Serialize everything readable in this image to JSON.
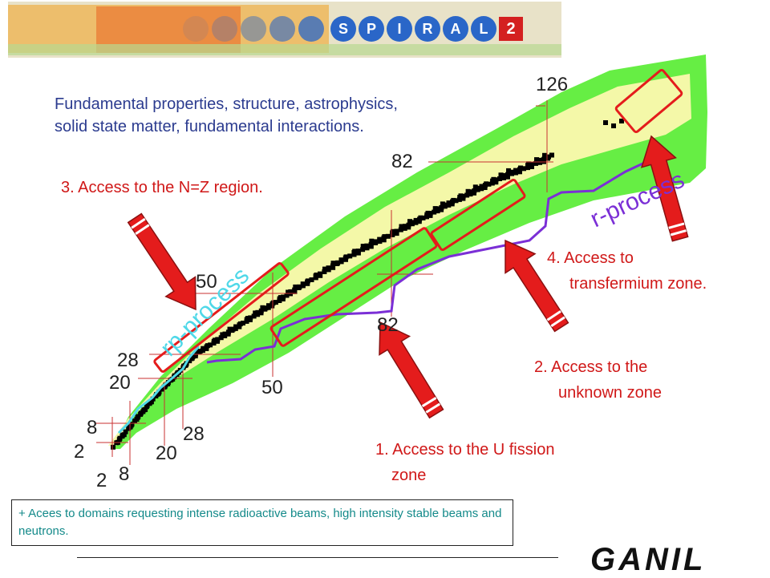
{
  "header": {
    "spiral_letters": [
      "S",
      "P",
      "I",
      "R",
      "A",
      "L"
    ],
    "spiral_number": "2"
  },
  "intro": {
    "line1": "Fundamental properties, structure, astrophysics,",
    "line2": "solid state matter, fundamental interactions."
  },
  "labels": {
    "nz": "3. Access to the N=Z region.",
    "transfermium_1": "4. Access to",
    "transfermium_2": "transfermium zone.",
    "unknown_1": "2. Access to the",
    "unknown_2": "unknown zone",
    "fission_1": "1. Access to the U fission",
    "fission_2": "zone"
  },
  "process_labels": {
    "rp": "rp-process",
    "r": "r-process"
  },
  "magic_numbers": {
    "n126": "126",
    "n82": "82",
    "n50": "50",
    "n28": "28",
    "n20": "20",
    "n8": "8",
    "n2": "2",
    "z82": "82",
    "z50": "50",
    "z28": "28",
    "z20": "20",
    "z8": "8",
    "z2": "2"
  },
  "note": "+ Acees to domains requesting intense radioactive beams, high intensity stable beams and neutrons.",
  "footer": {
    "logo": "GANIL"
  },
  "colors": {
    "known": "#f4f8a8",
    "predicted": "#66ee44",
    "stable": "#000000",
    "r_process": "#7b2fd6",
    "rp_process": "#4fd8e8",
    "arrow": "#e41c1c",
    "box": "#e41c1c"
  }
}
